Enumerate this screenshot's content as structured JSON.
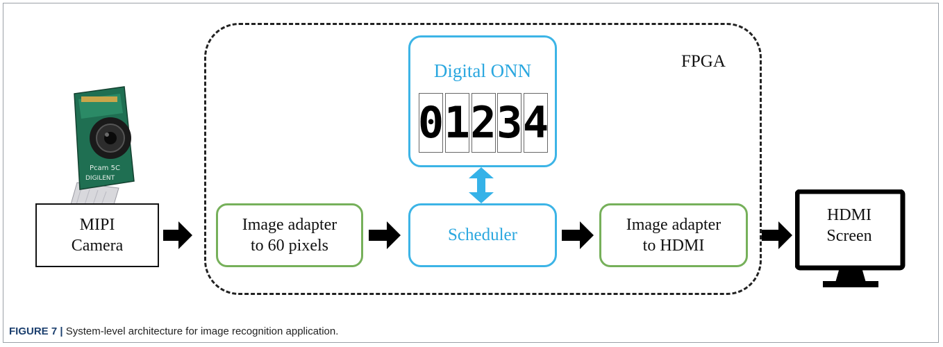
{
  "fpga_label": "FPGA",
  "nodes": {
    "camera": "MIPI\nCamera",
    "adapter_in": "Image adapter\nto 60 pixels",
    "scheduler": "Scheduler",
    "adapter_out": "Image adapter\nto HDMI",
    "screen": "HDMI\nScreen",
    "onn_title": "Digital ONN",
    "digits": [
      "0",
      "1",
      "2",
      "3",
      "4"
    ]
  },
  "colors": {
    "green_border": "#76b05a",
    "blue_border": "#3cb4e6",
    "blue_text": "#2aa7df",
    "caption_lead": "#1b3f6e"
  },
  "icons": {
    "camera": "camera-module-icon",
    "screen": "monitor-icon"
  },
  "caption": {
    "lead": "FIGURE 7 |",
    "text": " System-level architecture for image recognition application."
  }
}
